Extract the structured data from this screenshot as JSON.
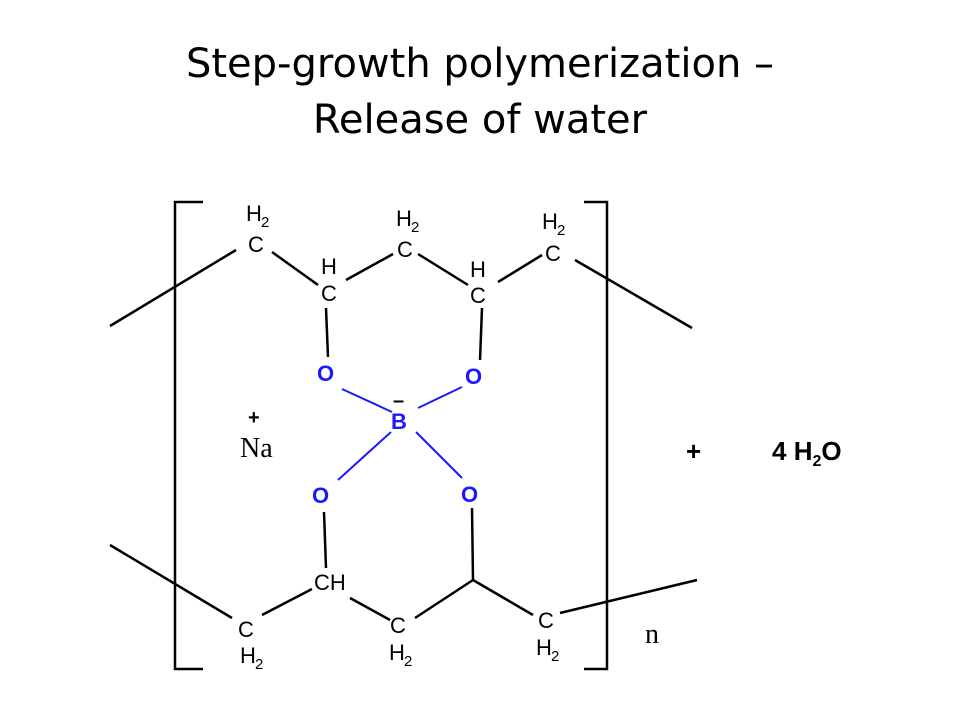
{
  "title": {
    "line1": "Step-growth polymerization –",
    "line2": "Release of water"
  },
  "molecule": {
    "upper_chain": [
      {
        "element": "C",
        "h": "H",
        "h_count": "2"
      },
      {
        "element": "C",
        "h": "H",
        "h_count": ""
      },
      {
        "element": "C",
        "h": "H",
        "h_count": "2"
      },
      {
        "element": "C",
        "h": "H",
        "h_count": ""
      },
      {
        "element": "C",
        "h": "H",
        "h_count": "2"
      }
    ],
    "oxygens": [
      "O",
      "O",
      "O",
      "O"
    ],
    "boron": "B",
    "boron_charge": "–",
    "counter_ion": "Na",
    "counter_ion_charge": "+",
    "lower_chain": [
      {
        "element": "C",
        "h": "H",
        "h_count": "2"
      },
      {
        "element": "CH"
      },
      {
        "element": "C",
        "h": "H",
        "h_count": "2"
      },
      {
        "element": "C",
        "h": "H",
        "h_count": "2"
      }
    ],
    "repeat_index": "n",
    "bond_color": "#000000",
    "boron_bond_color": "#1a1aff",
    "heteroatom_color": "#1a1aff"
  },
  "product": {
    "plus": "+",
    "coefficient": "4",
    "formula_main": "H",
    "formula_sub": "2",
    "formula_end": "O"
  }
}
